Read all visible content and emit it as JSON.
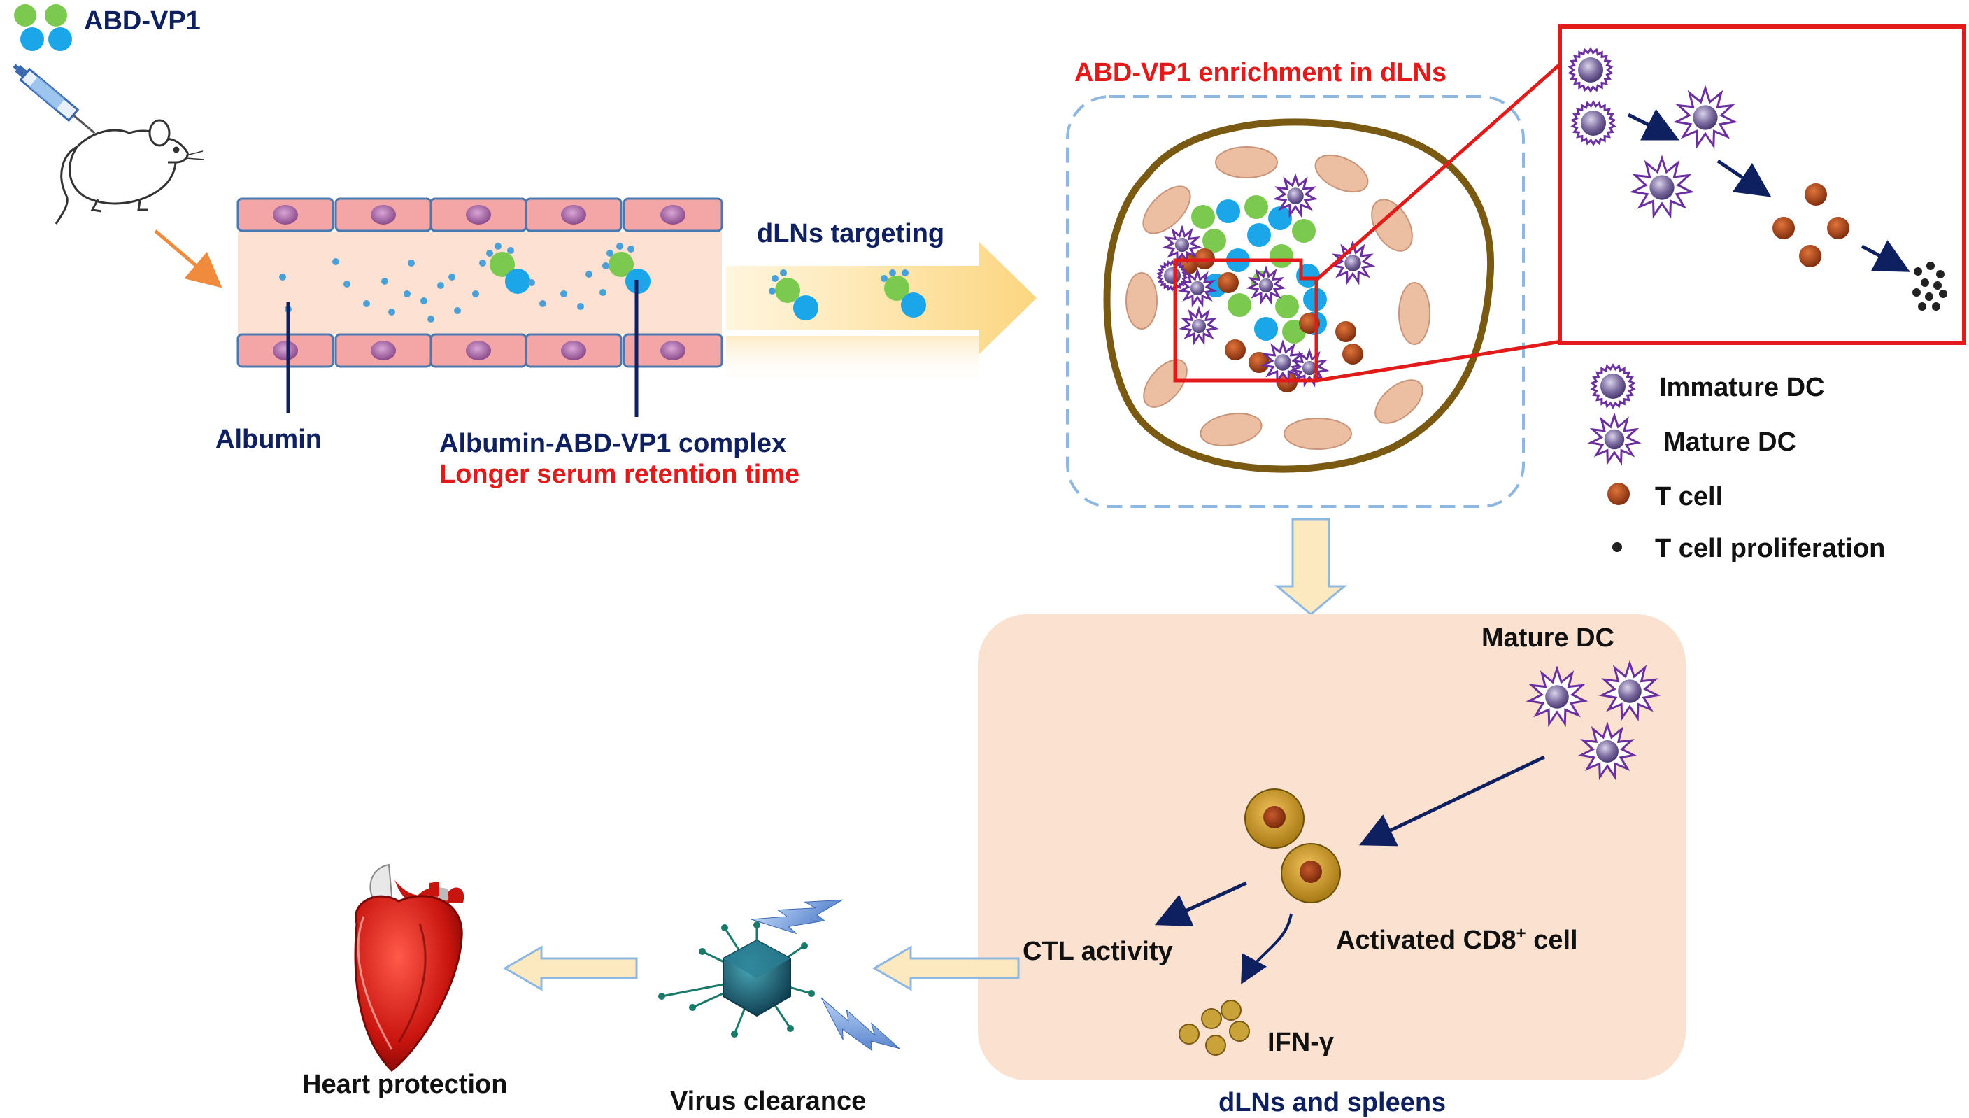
{
  "labels": {
    "abd_vp1": "ABD-VP1",
    "dlns_targeting": "dLNs targeting",
    "albumin": "Albumin",
    "complex": "Albumin-ABD-VP1 complex",
    "longer_retention": "Longer serum retention time",
    "enrichment": "ABD-VP1 enrichment in dLNs",
    "mature_dc_box": "Mature DC",
    "ctl_activity": "CTL activity",
    "activated_cd8": "Activated CD8",
    "activated_cd8_sup": "+",
    "activated_cd8_suffix": " cell",
    "ifn": "IFN-γ",
    "dlns_spleens": "dLNs and spleens",
    "virus_clearance": "Virus clearance",
    "heart_protection": "Heart protection"
  },
  "legend": [
    {
      "key": "immature",
      "label": "Immature DC"
    },
    {
      "key": "mature",
      "label": "Mature DC"
    },
    {
      "key": "tcell",
      "label": "T cell"
    },
    {
      "key": "prolif",
      "label": "T cell  proliferation"
    }
  ],
  "colors": {
    "navy": "#0f2061",
    "red": "#e21a1a",
    "vessel_cell": "#f4a6a6",
    "vessel_lumen": "#fde1d3",
    "albumin_dot": "#4aa0d8",
    "green": "#7cc94f",
    "blue": "#1aa6e8",
    "dc_purple": "#6b2fa0",
    "t_cell": "#a8401a",
    "ln_border": "#7a5a12",
    "ln_ellipse": "#edbfa2",
    "panel_bg": "#fbe1cf",
    "arrow_fill": "#fde9bf"
  },
  "icons": [
    "mouse-icon",
    "syringe-icon",
    "virus-icon",
    "heart-icon",
    "lightning-icon"
  ]
}
